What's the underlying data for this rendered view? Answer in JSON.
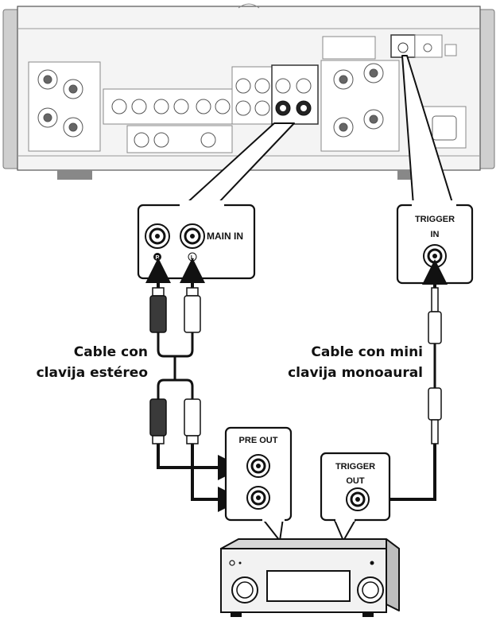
{
  "labels": {
    "main_in": "MAIN IN",
    "trigger_in_line1": "TRIGGER",
    "trigger_in_line2": "IN",
    "pre_out": "PRE OUT",
    "trigger_out_line1": "TRIGGER",
    "trigger_out_line2": "OUT",
    "jack_r": "R",
    "jack_l": "L"
  },
  "captions": {
    "stereo_cable_line1": "Cable con",
    "stereo_cable_line2": "clavija estéreo",
    "mono_cable_line1": "Cable con mini",
    "mono_cable_line2": "clavija monoaural"
  },
  "colors": {
    "line": "#111111",
    "panel_bg": "#ffffff",
    "device_face": "#f2f2f2",
    "device_side": "#c8c8c8",
    "plug_dark": "#3a3a3a",
    "plug_light": "#ffffff"
  }
}
